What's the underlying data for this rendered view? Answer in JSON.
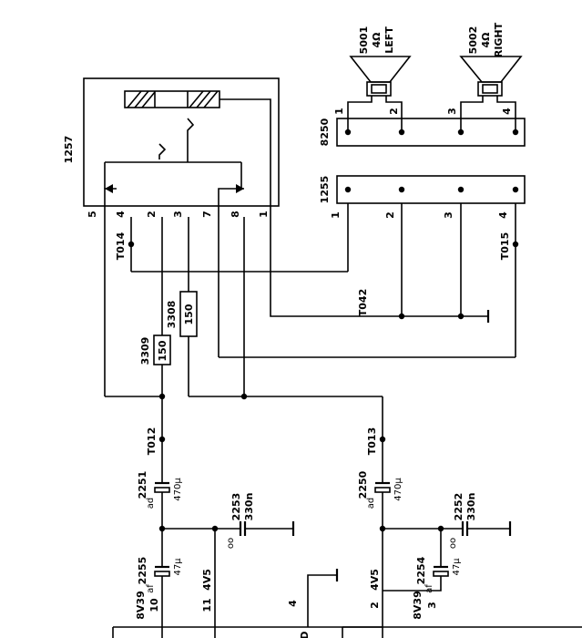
{
  "connector_1257": {
    "ref": "1257",
    "pins": [
      "5",
      "4",
      "2",
      "3",
      "7",
      "8",
      "1"
    ]
  },
  "connector_1255": {
    "ref": "1255",
    "pins": [
      "1",
      "2",
      "3",
      "4"
    ]
  },
  "connector_8250": {
    "ref": "8250",
    "pins": [
      "1",
      "2",
      "3",
      "4"
    ]
  },
  "speaker_left": {
    "ref": "5001",
    "impedance": "4Ω",
    "name": "LEFT"
  },
  "speaker_right": {
    "ref": "5002",
    "impedance": "4Ω",
    "name": "RIGHT"
  },
  "testpoints": {
    "t014": "T014",
    "t015": "T015",
    "t042": "T042",
    "t012": "T012",
    "t013": "T013"
  },
  "resistors": {
    "r3309": {
      "ref": "3309",
      "value": "150"
    },
    "r3308": {
      "ref": "3308",
      "value": "150"
    }
  },
  "capacitors": {
    "c2251": {
      "ref": "2251",
      "value": "470μ",
      "mark": "ad"
    },
    "c2250": {
      "ref": "2250",
      "value": "470μ",
      "mark": "ad"
    },
    "c2253": {
      "ref": "2253",
      "value": "330n",
      "mark": "oo"
    },
    "c2252": {
      "ref": "2252",
      "value": "330n",
      "mark": "oo"
    },
    "c2255": {
      "ref": "2255",
      "value": "47μ",
      "mark": "af"
    },
    "c2254": {
      "ref": "2254",
      "value": "47μ",
      "mark": "af"
    }
  },
  "ic_pins": {
    "p10": {
      "num": "10",
      "volt": "8V39"
    },
    "p11": {
      "num": "11",
      "volt": "4V5"
    },
    "p4": {
      "num": "4"
    },
    "p2": {
      "num": "2",
      "volt": "4V5"
    },
    "p3": {
      "num": "3",
      "volt": "8V39"
    },
    "gnd_fragment": "D"
  }
}
